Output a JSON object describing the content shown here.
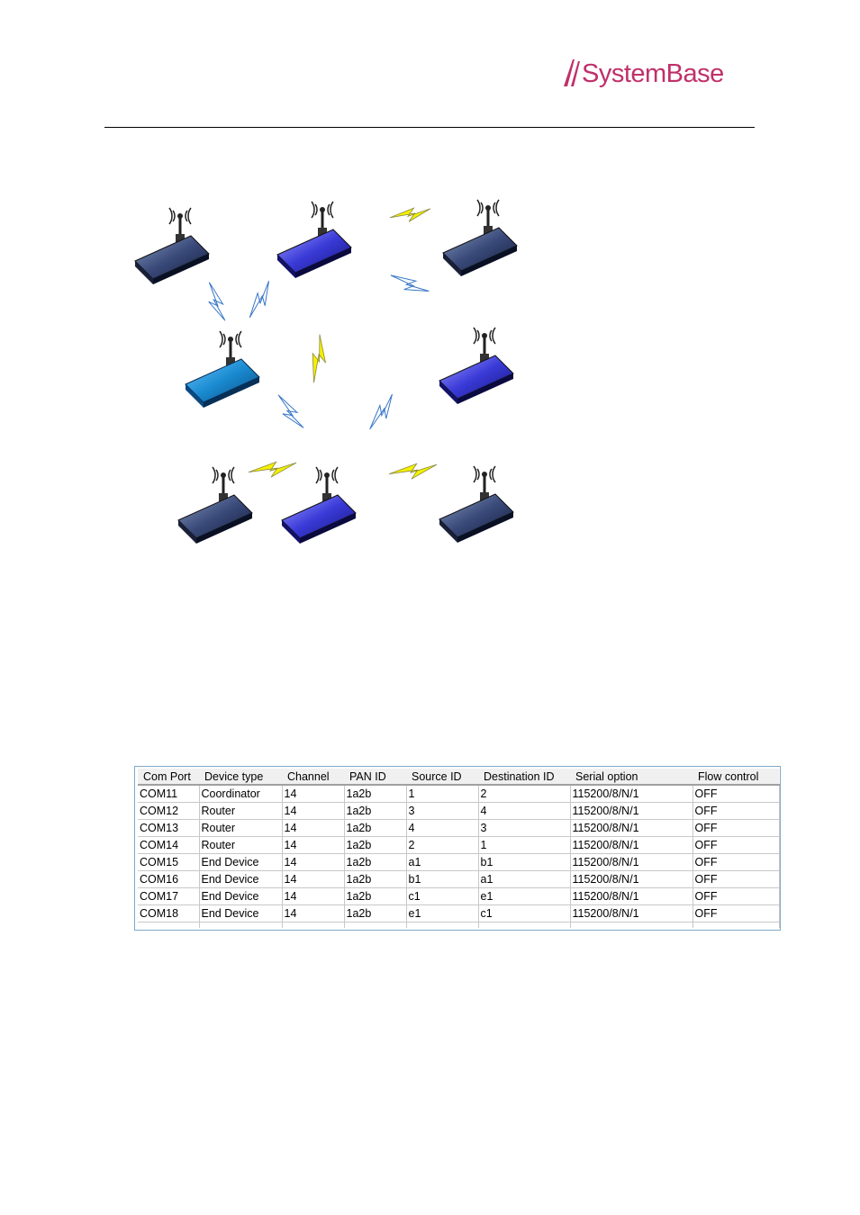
{
  "header": {
    "logo_text": "SystemBase"
  },
  "colors": {
    "brand": "#c0306a",
    "bolt_yellow": "#f4f000",
    "bolt_blue": "#3a78c8",
    "device_dark": "#2a3a6a",
    "device_blue": "#3a3ad8",
    "device_cyan": "#1a8ad0"
  },
  "diagram": {
    "devices": [
      {
        "id": "d1",
        "style": "dark",
        "icon": "wireless-router-icon"
      },
      {
        "id": "d2",
        "style": "blue",
        "icon": "wireless-router-icon"
      },
      {
        "id": "d3",
        "style": "dark",
        "icon": "wireless-router-icon"
      },
      {
        "id": "d4",
        "style": "cyan",
        "icon": "wireless-router-icon"
      },
      {
        "id": "d5",
        "style": "blue",
        "icon": "wireless-router-icon"
      },
      {
        "id": "d6",
        "style": "dark",
        "icon": "wireless-router-icon"
      },
      {
        "id": "d7",
        "style": "blue",
        "icon": "wireless-router-icon"
      },
      {
        "id": "d8",
        "style": "dark",
        "icon": "wireless-router-icon"
      }
    ],
    "links": [
      {
        "id": "l1",
        "color": "yellow",
        "icon": "lightning-bolt-icon"
      },
      {
        "id": "l2",
        "color": "blue",
        "icon": "lightning-bolt-icon"
      },
      {
        "id": "l3",
        "color": "blue",
        "icon": "lightning-bolt-icon"
      },
      {
        "id": "l4",
        "color": "blue",
        "icon": "lightning-bolt-icon"
      },
      {
        "id": "l5",
        "color": "yellow",
        "icon": "lightning-bolt-icon"
      },
      {
        "id": "l6",
        "color": "blue",
        "icon": "lightning-bolt-icon"
      },
      {
        "id": "l7",
        "color": "blue",
        "icon": "lightning-bolt-icon"
      },
      {
        "id": "l8",
        "color": "yellow",
        "icon": "lightning-bolt-icon"
      },
      {
        "id": "l9",
        "color": "yellow",
        "icon": "lightning-bolt-icon"
      }
    ]
  },
  "port_table": {
    "columns": [
      "Com Port",
      "Device type",
      "Channel",
      "PAN ID",
      "Source ID",
      "Destination ID",
      "Serial option",
      "Flow control"
    ],
    "rows": [
      [
        "COM11",
        "Coordinator",
        "14",
        "1a2b",
        "1",
        "2",
        "115200/8/N/1",
        "OFF"
      ],
      [
        "COM12",
        "Router",
        "14",
        "1a2b",
        "3",
        "4",
        "115200/8/N/1",
        "OFF"
      ],
      [
        "COM13",
        "Router",
        "14",
        "1a2b",
        "4",
        "3",
        "115200/8/N/1",
        "OFF"
      ],
      [
        "COM14",
        "Router",
        "14",
        "1a2b",
        "2",
        "1",
        "115200/8/N/1",
        "OFF"
      ],
      [
        "COM15",
        "End Device",
        "14",
        "1a2b",
        "a1",
        "b1",
        "115200/8/N/1",
        "OFF"
      ],
      [
        "COM16",
        "End Device",
        "14",
        "1a2b",
        "b1",
        "a1",
        "115200/8/N/1",
        "OFF"
      ],
      [
        "COM17",
        "End Device",
        "14",
        "1a2b",
        "c1",
        "e1",
        "115200/8/N/1",
        "OFF"
      ],
      [
        "COM18",
        "End Device",
        "14",
        "1a2b",
        "e1",
        "c1",
        "115200/8/N/1",
        "OFF"
      ]
    ]
  }
}
